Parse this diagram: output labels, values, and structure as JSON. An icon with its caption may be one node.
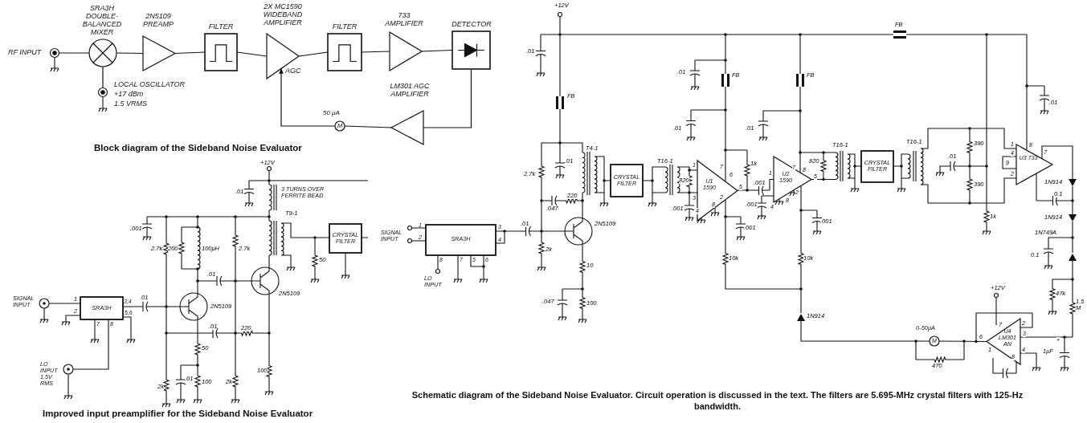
{
  "diagram": {
    "caption": "Schematic diagram of the Sideband Noise Evaluator. Circuit operation is discussed in the text. The filters are 5.695-MHz crystal filters with 125-Hz bandwidth.",
    "nodes": [
      {
        "text": [
          "RF INPUT"
        ]
      },
      {
        "text": [
          "SRA3H DOUBLE-BALANCED MIXER"
        ]
      },
      {
        "text": [
          "2N5109 PREAMP"
        ]
      },
      {
        "text": [
          "FILTER"
        ]
      },
      {
        "text": [
          "2X MC1590 WIDEBAND AMPLIFIER"
        ]
      },
      {
        "text": [
          "FILTER"
        ]
      },
      {
        "text": [
          "733 AMPLIFIER"
        ]
      },
      {
        "text": [
          "DETECTOR"
        ]
      },
      {
        "text": [
          "LOCAL OSCILLATOR",
          "+17 dBm",
          "1.5 VRMS"
        ]
      },
      {
        "text": [
          "LM301 AGC AMPLIFIER"
        ]
      },
      {
        "text": [
          "M"
        ],
        "beside": [
          "50 μA"
        ]
      },
      {
        "text": [
          "CRYSTAL FILTER"
        ]
      },
      {
        "text": [
          "U1 1590"
        ],
        "beside": [
          "1"
        ]
      },
      {
        "text": [
          "U2 1590"
        ],
        "beside": [
          "1"
        ]
      },
      {
        "text": [
          "CRYSTAL FILTER"
        ]
      },
      {
        "text": [
          "U3 733"
        ]
      },
      {
        "text": [
          "SRA3H"
        ],
        "beside": [
          "1",
          "2",
          "3",
          "4",
          "8",
          "7",
          "5",
          "6"
        ]
      },
      {
        "text": [
          "M"
        ],
        "beside": [
          "0-50μA"
        ]
      },
      {
        "text": [
          "U4 LM301 AN"
        ]
      },
      {
        "text": [
          "SRA3H"
        ],
        "beside": [
          "1",
          "3,4",
          "2",
          "7",
          "8",
          "5,6"
        ]
      },
      {
        "text": [
          "CRYSTAL FILTER"
        ]
      }
    ],
    "edges": [
      {
        "from": 0,
        "to": 1,
        "arrow": "none"
      },
      {
        "from": 8,
        "to": 1,
        "arrow": "none"
      },
      {
        "from": 1,
        "to": 2,
        "arrow": "none"
      },
      {
        "from": 2,
        "to": 3,
        "arrow": "none"
      },
      {
        "from": 3,
        "to": 4,
        "arrow": "none"
      },
      {
        "from": 4,
        "to": 5,
        "arrow": "none"
      },
      {
        "from": 5,
        "to": 6,
        "arrow": "none"
      },
      {
        "from": 6,
        "to": 7,
        "arrow": "none"
      },
      {
        "from": 7,
        "to": 9,
        "arrow": "none"
      },
      {
        "from": 9,
        "to": 10,
        "arrow": "none"
      },
      {
        "from": 10,
        "to": 4,
        "arrow": "to",
        "label": "AGC"
      },
      {
        "from": 17,
        "to": 18,
        "arrow": "none"
      }
    ],
    "labels": [
      "Block diagram of the Sideband Noise Evaluator",
      "+12V",
      ".01",
      "3 TURNS OVER FERRITE BEAD",
      ".001",
      "2.7k",
      "200",
      "100μH",
      "2.7k",
      "T9-1",
      ".01",
      "50",
      "2N5109",
      "SIGNAL INPUT",
      ".01",
      "2N5109",
      ".01",
      "220",
      "50",
      "LO INPUT 1.5V RMS",
      "2k",
      ".01",
      "100",
      "2k",
      "100",
      "Improved input preamplifier for the Sideband Noise Evaluator",
      "+12V",
      ".01",
      "FB",
      ".01",
      "FB",
      "FB",
      "FB",
      ".01",
      ".01",
      ".01",
      "T4-1",
      "T16-1",
      "2.7k",
      ".01",
      "7",
      "6",
      "1k",
      ".001",
      "7",
      "8",
      "820",
      "T16-1",
      "T16-1",
      "390",
      "390",
      ".01",
      "1",
      "8",
      "4",
      "7",
      "9",
      "2",
      "820",
      "5",
      "5",
      "3",
      "2",
      "8",
      "4",
      "2",
      "8",
      "4",
      ".001",
      ".001",
      "1N914",
      "0.1",
      "220",
      ".047",
      "1k",
      "1N914",
      ".001",
      ".001",
      ".01",
      "2N5109",
      "SIGNAL INPUT",
      "1N749A",
      "2k",
      "0.1",
      "10k",
      "10k",
      "10",
      "LO INPUT",
      "+12V",
      "47k",
      "1.5 M",
      ".047",
      "100",
      "1N914",
      "7",
      "2",
      "6",
      "3",
      "+",
      "1",
      "1μF",
      "4",
      "8",
      "470"
    ]
  }
}
